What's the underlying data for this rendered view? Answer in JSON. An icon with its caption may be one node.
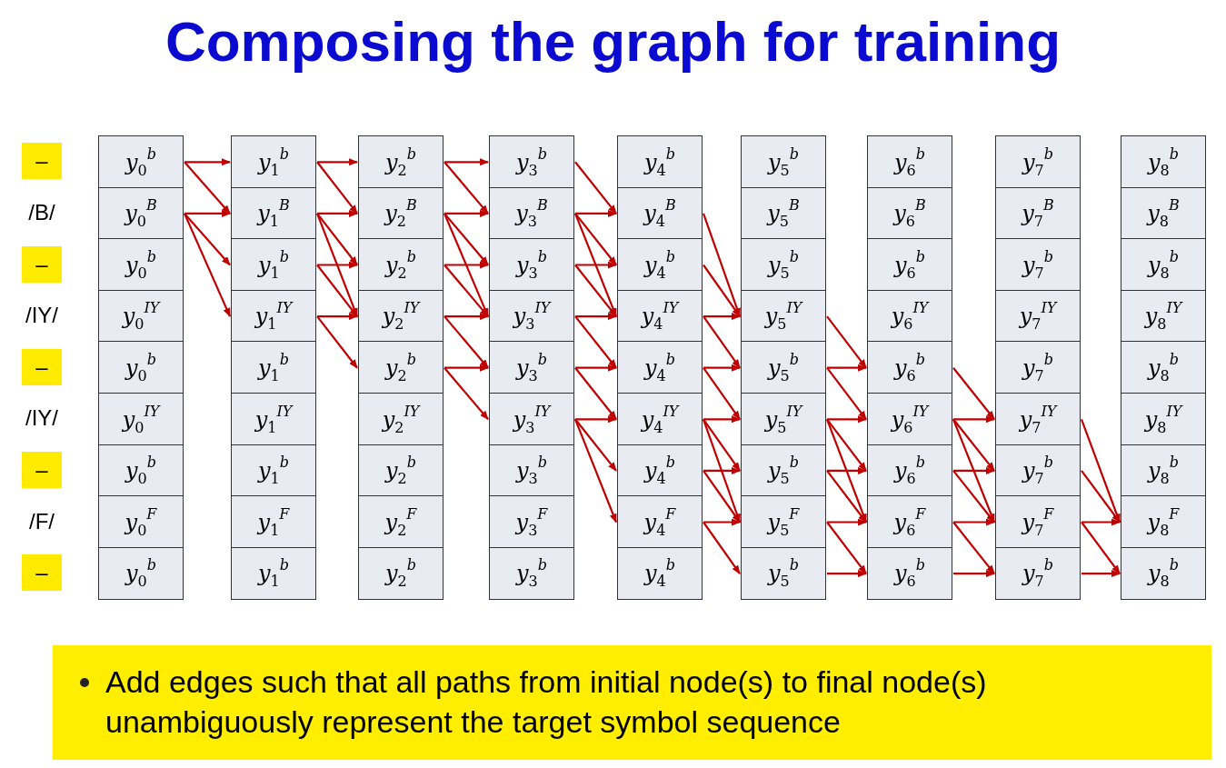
{
  "diagram": {
    "title": "Composing the graph for training",
    "nodes": [
      {
        "text": [
          "y$_{0}$$^{b}$"
        ]
      },
      {
        "text": [
          "y$_{1}$$^{b}$"
        ]
      },
      {
        "text": [
          "y$_{2}$$^{b}$"
        ]
      },
      {
        "text": [
          "y$_{3}$$^{b}$"
        ]
      },
      {
        "text": [
          "y$_{4}$$^{b}$"
        ]
      },
      {
        "text": [
          "y$_{5}$$^{b}$"
        ]
      },
      {
        "text": [
          "y$_{6}$$^{b}$"
        ]
      },
      {
        "text": [
          "y$_{7}$$^{b}$"
        ]
      },
      {
        "text": [
          "y$_{8}$$^{b}$"
        ]
      },
      {
        "text": [
          "y$_{0}$$^{B}$"
        ]
      },
      {
        "text": [
          "y$_{1}$$^{B}$"
        ]
      },
      {
        "text": [
          "y$_{2}$$^{B}$"
        ]
      },
      {
        "text": [
          "y$_{3}$$^{B}$"
        ]
      },
      {
        "text": [
          "y$_{4}$$^{B}$"
        ]
      },
      {
        "text": [
          "y$_{5}$$^{B}$"
        ]
      },
      {
        "text": [
          "y$_{6}$$^{B}$"
        ]
      },
      {
        "text": [
          "y$_{7}$$^{B}$"
        ]
      },
      {
        "text": [
          "y$_{8}$$^{B}$"
        ]
      },
      {
        "text": [
          "y$_{0}$$^{b}$"
        ]
      },
      {
        "text": [
          "y$_{1}$$^{b}$"
        ]
      },
      {
        "text": [
          "y$_{2}$$^{b}$"
        ]
      },
      {
        "text": [
          "y$_{3}$$^{b}$"
        ]
      },
      {
        "text": [
          "y$_{4}$$^{b}$"
        ]
      },
      {
        "text": [
          "y$_{5}$$^{b}$"
        ]
      },
      {
        "text": [
          "y$_{6}$$^{b}$"
        ]
      },
      {
        "text": [
          "y$_{7}$$^{b}$"
        ]
      },
      {
        "text": [
          "y$_{8}$$^{b}$"
        ]
      },
      {
        "text": [
          "y$_{0}$$^{IY}$"
        ]
      },
      {
        "text": [
          "y$_{1}$$^{IY}$"
        ]
      },
      {
        "text": [
          "y$_{2}$$^{IY}$"
        ]
      },
      {
        "text": [
          "y$_{3}$$^{IY}$"
        ]
      },
      {
        "text": [
          "y$_{4}$$^{IY}$"
        ]
      },
      {
        "text": [
          "y$_{5}$$^{IY}$"
        ]
      },
      {
        "text": [
          "y$_{6}$$^{IY}$"
        ]
      },
      {
        "text": [
          "y$_{7}$$^{IY}$"
        ]
      },
      {
        "text": [
          "y$_{8}$$^{IY}$"
        ]
      },
      {
        "text": [
          "y$_{0}$$^{b}$"
        ]
      },
      {
        "text": [
          "y$_{1}$$^{b}$"
        ]
      },
      {
        "text": [
          "y$_{2}$$^{b}$"
        ]
      },
      {
        "text": [
          "y$_{3}$$^{b}$"
        ]
      },
      {
        "text": [
          "y$_{4}$$^{b}$"
        ]
      },
      {
        "text": [
          "y$_{5}$$^{b}$"
        ]
      },
      {
        "text": [
          "y$_{6}$$^{b}$"
        ]
      },
      {
        "text": [
          "y$_{7}$$^{b}$"
        ]
      },
      {
        "text": [
          "y$_{8}$$^{b}$"
        ]
      },
      {
        "text": [
          "y$_{0}$$^{IY}$"
        ]
      },
      {
        "text": [
          "y$_{1}$$^{IY}$"
        ]
      },
      {
        "text": [
          "y$_{2}$$^{IY}$"
        ]
      },
      {
        "text": [
          "y$_{3}$$^{IY}$"
        ]
      },
      {
        "text": [
          "y$_{4}$$^{IY}$"
        ]
      },
      {
        "text": [
          "y$_{5}$$^{IY}$"
        ]
      },
      {
        "text": [
          "y$_{6}$$^{IY}$"
        ]
      },
      {
        "text": [
          "y$_{7}$$^{IY}$"
        ]
      },
      {
        "text": [
          "y$_{8}$$^{IY}$"
        ]
      },
      {
        "text": [
          "y$_{0}$$^{b}$"
        ]
      },
      {
        "text": [
          "y$_{1}$$^{b}$"
        ]
      },
      {
        "text": [
          "y$_{2}$$^{b}$"
        ]
      },
      {
        "text": [
          "y$_{3}$$^{b}$"
        ]
      },
      {
        "text": [
          "y$_{4}$$^{b}$"
        ]
      },
      {
        "text": [
          "y$_{5}$$^{b}$"
        ]
      },
      {
        "text": [
          "y$_{6}$$^{b}$"
        ]
      },
      {
        "text": [
          "y$_{7}$$^{b}$"
        ]
      },
      {
        "text": [
          "y$_{8}$$^{b}$"
        ]
      },
      {
        "text": [
          "y$_{0}$$^{F}$"
        ]
      },
      {
        "text": [
          "y$_{1}$$^{F}$"
        ]
      },
      {
        "text": [
          "y$_{2}$$^{F}$"
        ]
      },
      {
        "text": [
          "y$_{3}$$^{F}$"
        ]
      },
      {
        "text": [
          "y$_{4}$$^{F}$"
        ]
      },
      {
        "text": [
          "y$_{5}$$^{F}$"
        ]
      },
      {
        "text": [
          "y$_{6}$$^{F}$"
        ]
      },
      {
        "text": [
          "y$_{7}$$^{F}$"
        ]
      },
      {
        "text": [
          "y$_{8}$$^{F}$"
        ]
      },
      {
        "text": [
          "y$_{0}$$^{b}$"
        ]
      },
      {
        "text": [
          "y$_{1}$$^{b}$"
        ]
      },
      {
        "text": [
          "y$_{2}$$^{b}$"
        ]
      },
      {
        "text": [
          "y$_{3}$$^{b}$"
        ]
      },
      {
        "text": [
          "y$_{4}$$^{b}$"
        ]
      },
      {
        "text": [
          "y$_{5}$$^{b}$"
        ]
      },
      {
        "text": [
          "y$_{6}$$^{b}$"
        ]
      },
      {
        "text": [
          "y$_{7}$$^{b}$"
        ]
      },
      {
        "text": [
          "y$_{8}$$^{b}$"
        ]
      }
    ],
    "edges": [
      {
        "from": 0,
        "to": 1,
        "arrow": "to"
      },
      {
        "from": 0,
        "to": 10,
        "arrow": "to"
      },
      {
        "from": 9,
        "to": 10,
        "arrow": "to"
      },
      {
        "from": 9,
        "to": 19,
        "arrow": "to"
      },
      {
        "from": 9,
        "to": 28,
        "arrow": "to"
      },
      {
        "from": 1,
        "to": 2,
        "arrow": "to"
      },
      {
        "from": 1,
        "to": 11,
        "arrow": "to"
      },
      {
        "from": 10,
        "to": 11,
        "arrow": "to"
      },
      {
        "from": 10,
        "to": 20,
        "arrow": "to"
      },
      {
        "from": 10,
        "to": 29,
        "arrow": "to"
      },
      {
        "from": 19,
        "to": 20,
        "arrow": "to"
      },
      {
        "from": 19,
        "to": 29,
        "arrow": "to"
      },
      {
        "from": 28,
        "to": 29,
        "arrow": "to"
      },
      {
        "from": 28,
        "to": 38,
        "arrow": "to"
      },
      {
        "from": 2,
        "to": 3,
        "arrow": "to"
      },
      {
        "from": 2,
        "to": 12,
        "arrow": "to"
      },
      {
        "from": 11,
        "to": 12,
        "arrow": "to"
      },
      {
        "from": 11,
        "to": 21,
        "arrow": "to"
      },
      {
        "from": 11,
        "to": 30,
        "arrow": "to"
      },
      {
        "from": 20,
        "to": 21,
        "arrow": "to"
      },
      {
        "from": 20,
        "to": 30,
        "arrow": "to"
      },
      {
        "from": 29,
        "to": 30,
        "arrow": "to"
      },
      {
        "from": 29,
        "to": 39,
        "arrow": "to"
      },
      {
        "from": 38,
        "to": 39,
        "arrow": "to"
      },
      {
        "from": 38,
        "to": 48,
        "arrow": "to"
      },
      {
        "from": 3,
        "to": 13,
        "arrow": "to"
      },
      {
        "from": 12,
        "to": 13,
        "arrow": "to"
      },
      {
        "from": 12,
        "to": 22,
        "arrow": "to"
      },
      {
        "from": 12,
        "to": 31,
        "arrow": "to"
      },
      {
        "from": 21,
        "to": 22,
        "arrow": "to"
      },
      {
        "from": 21,
        "to": 31,
        "arrow": "to"
      },
      {
        "from": 30,
        "to": 31,
        "arrow": "to"
      },
      {
        "from": 30,
        "to": 40,
        "arrow": "to"
      },
      {
        "from": 39,
        "to": 40,
        "arrow": "to"
      },
      {
        "from": 39,
        "to": 49,
        "arrow": "to"
      },
      {
        "from": 48,
        "to": 49,
        "arrow": "to"
      },
      {
        "from": 48,
        "to": 58,
        "arrow": "to"
      },
      {
        "from": 48,
        "to": 67,
        "arrow": "to"
      },
      {
        "from": 13,
        "to": 32,
        "arrow": "to"
      },
      {
        "from": 22,
        "to": 32,
        "arrow": "to"
      },
      {
        "from": 31,
        "to": 32,
        "arrow": "to"
      },
      {
        "from": 31,
        "to": 41,
        "arrow": "to"
      },
      {
        "from": 40,
        "to": 41,
        "arrow": "to"
      },
      {
        "from": 40,
        "to": 50,
        "arrow": "to"
      },
      {
        "from": 49,
        "to": 50,
        "arrow": "to"
      },
      {
        "from": 49,
        "to": 59,
        "arrow": "to"
      },
      {
        "from": 49,
        "to": 68,
        "arrow": "to"
      },
      {
        "from": 58,
        "to": 59,
        "arrow": "to"
      },
      {
        "from": 58,
        "to": 68,
        "arrow": "to"
      },
      {
        "from": 67,
        "to": 68,
        "arrow": "to"
      },
      {
        "from": 67,
        "to": 77,
        "arrow": "to"
      },
      {
        "from": 32,
        "to": 42,
        "arrow": "to"
      },
      {
        "from": 41,
        "to": 42,
        "arrow": "to"
      },
      {
        "from": 41,
        "to": 51,
        "arrow": "to"
      },
      {
        "from": 50,
        "to": 51,
        "arrow": "to"
      },
      {
        "from": 50,
        "to": 60,
        "arrow": "to"
      },
      {
        "from": 50,
        "to": 69,
        "arrow": "to"
      },
      {
        "from": 59,
        "to": 60,
        "arrow": "to"
      },
      {
        "from": 59,
        "to": 69,
        "arrow": "to"
      },
      {
        "from": 68,
        "to": 69,
        "arrow": "to"
      },
      {
        "from": 68,
        "to": 78,
        "arrow": "to"
      },
      {
        "from": 77,
        "to": 78,
        "arrow": "to"
      },
      {
        "from": 42,
        "to": 52,
        "arrow": "to"
      },
      {
        "from": 51,
        "to": 52,
        "arrow": "to"
      },
      {
        "from": 51,
        "to": 61,
        "arrow": "to"
      },
      {
        "from": 51,
        "to": 70,
        "arrow": "to"
      },
      {
        "from": 60,
        "to": 61,
        "arrow": "to"
      },
      {
        "from": 60,
        "to": 70,
        "arrow": "to"
      },
      {
        "from": 69,
        "to": 70,
        "arrow": "to"
      },
      {
        "from": 69,
        "to": 79,
        "arrow": "to"
      },
      {
        "from": 78,
        "to": 79,
        "arrow": "to"
      },
      {
        "from": 52,
        "to": 71,
        "arrow": "to"
      },
      {
        "from": 61,
        "to": 71,
        "arrow": "to"
      },
      {
        "from": 70,
        "to": 71,
        "arrow": "to"
      },
      {
        "from": 70,
        "to": 80,
        "arrow": "to"
      },
      {
        "from": 79,
        "to": 80,
        "arrow": "to"
      }
    ],
    "labels": [
      "–",
      "/B/",
      "–",
      "/IY/",
      "–",
      "/IY/",
      "–",
      "/F/",
      "–",
      "Add edges such that all paths from initial node(s) to final node(s) unambiguously represent the target symbol sequence"
    ]
  }
}
